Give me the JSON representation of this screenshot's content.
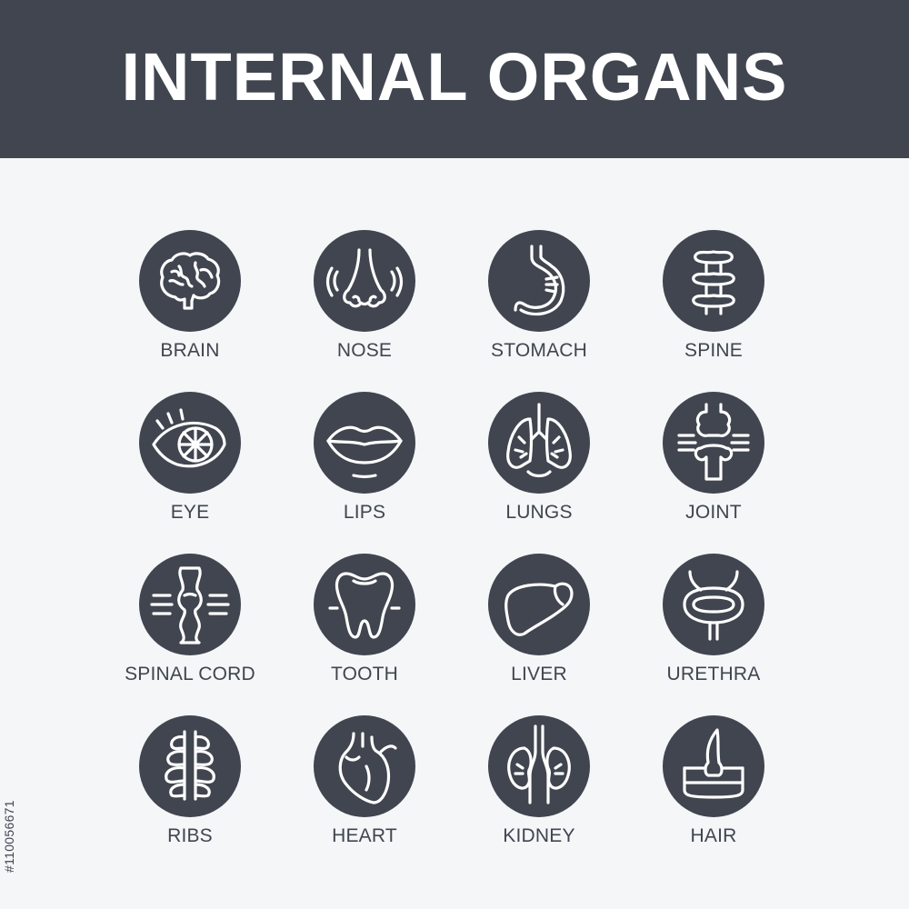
{
  "header": {
    "title": "INTERNAL ORGANS"
  },
  "icons": [
    {
      "label": "BRAIN",
      "icon": "brain-icon"
    },
    {
      "label": "NOSE",
      "icon": "nose-icon"
    },
    {
      "label": "STOMACH",
      "icon": "stomach-icon"
    },
    {
      "label": "SPINE",
      "icon": "spine-icon"
    },
    {
      "label": "EYE",
      "icon": "eye-icon"
    },
    {
      "label": "LIPS",
      "icon": "lips-icon"
    },
    {
      "label": "LUNGS",
      "icon": "lungs-icon"
    },
    {
      "label": "JOINT",
      "icon": "joint-icon"
    },
    {
      "label": "SPINAL CORD",
      "icon": "spinal-cord-icon"
    },
    {
      "label": "TOOTH",
      "icon": "tooth-icon"
    },
    {
      "label": "LIVER",
      "icon": "liver-icon"
    },
    {
      "label": "URETHRA",
      "icon": "urethra-icon"
    },
    {
      "label": "RIBS",
      "icon": "ribs-icon"
    },
    {
      "label": "HEART",
      "icon": "heart-icon"
    },
    {
      "label": "KIDNEY",
      "icon": "kidney-icon"
    },
    {
      "label": "HAIR",
      "icon": "hair-icon"
    }
  ],
  "footer": {
    "stock_id": "#110056671"
  },
  "colors": {
    "dark": "#40454f",
    "background": "#f4f6f8",
    "icon_stroke": "#ffffff"
  }
}
